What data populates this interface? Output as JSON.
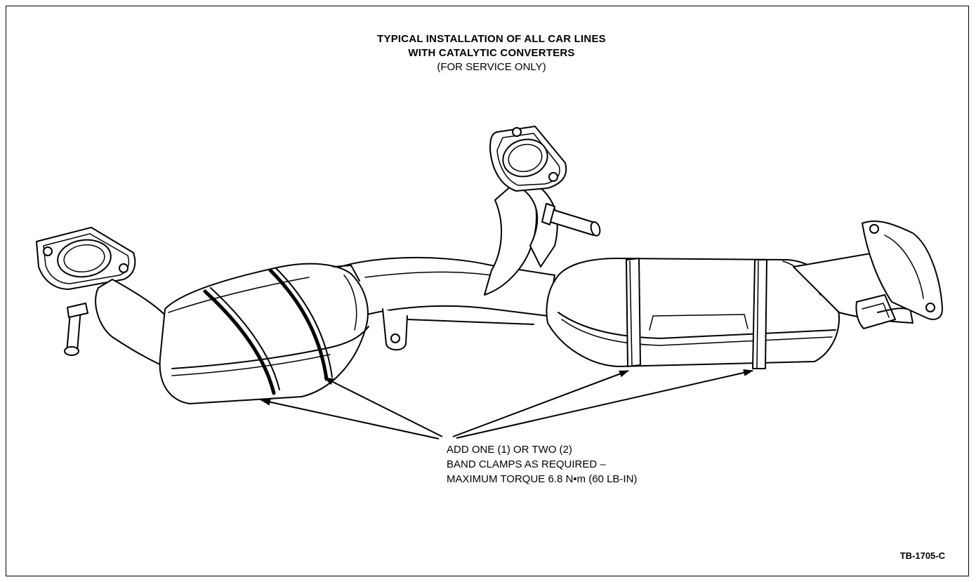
{
  "title": {
    "line1": "TYPICAL INSTALLATION OF ALL CAR LINES",
    "line2": "WITH CATALYTIC CONVERTERS",
    "line3": "(FOR SERVICE ONLY)"
  },
  "callout": {
    "line1": "ADD ONE (1) OR TWO (2)",
    "line2": "BAND CLAMPS AS REQUIRED –",
    "line3": "MAXIMUM TORQUE 6.8 N•m (60 LB-IN)"
  },
  "figure_id": "TB-1705-C",
  "colors": {
    "ink": "#000000",
    "paper": "#ffffff"
  },
  "icons": [
    "left-catalytic-converter",
    "right-catalytic-converter",
    "band-clamp",
    "exhaust-flange",
    "stud-bolt",
    "arrow"
  ]
}
